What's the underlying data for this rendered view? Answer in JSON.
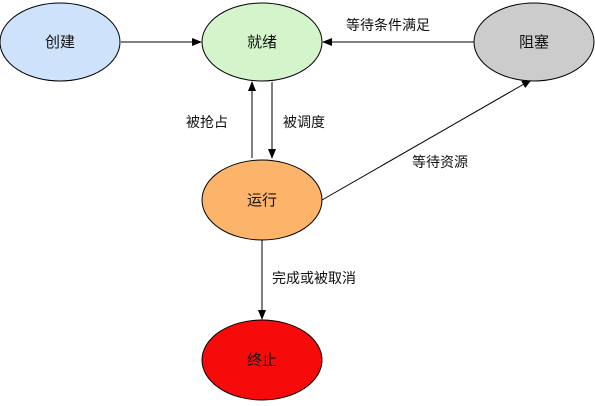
{
  "diagram": {
    "nodes": {
      "create": {
        "label": "创建",
        "fill": "#cfe2fb"
      },
      "ready": {
        "label": "就绪",
        "fill": "#d4f5cc"
      },
      "blocked": {
        "label": "阻塞",
        "fill": "#cccccc"
      },
      "running": {
        "label": "运行",
        "fill": "#fcb46b"
      },
      "terminated": {
        "label": "终止",
        "fill": "#f70a0a"
      }
    },
    "edges": {
      "create_to_ready": {
        "label": ""
      },
      "blocked_to_ready": {
        "label": "等待条件满足"
      },
      "running_to_ready": {
        "label": "被抢占"
      },
      "ready_to_running": {
        "label": "被调度"
      },
      "running_to_blocked": {
        "label": "等待资源"
      },
      "running_to_terminated": {
        "label": "完成或被取消"
      }
    },
    "colors": {
      "stroke": "#000000",
      "line": "#000000"
    }
  }
}
